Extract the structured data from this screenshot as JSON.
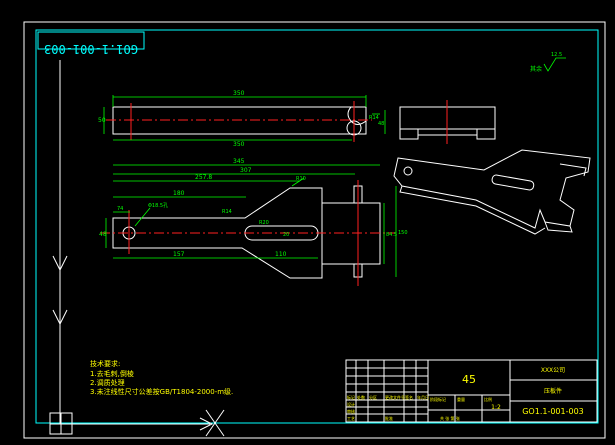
{
  "drawing_number": "GO1.1-001-003",
  "drawing_number_mirrored": "GO1.1-001-003",
  "material": "45",
  "scale": "1:2",
  "roughness": "12.5",
  "dimensions": {
    "top_overall": "350",
    "top_lower": "350",
    "top_height": "50",
    "top_r14": "R14",
    "top_thk": "48",
    "main_345": "345",
    "main_307": "307",
    "main_2578": "257.8",
    "main_180": "180",
    "main_74": "74",
    "main_phi": "Φ18.5孔",
    "main_r14": "R14",
    "main_r20": "R20",
    "main_r10": "R10",
    "main_48": "48",
    "main_157": "157",
    "main_110": "110",
    "main_slot": "20",
    "main_845": "84.5",
    "main_150": "150"
  },
  "notes": {
    "title": "技术要求:",
    "line1": "1.去毛刺,倒棱",
    "line2": "2.调质处理",
    "line3": "3.未注线性尺寸公差按GB/T1804-2000-m级."
  },
  "title_block": {
    "company": "XXX公司",
    "part_name": "压板件",
    "col_a": "标记",
    "col_b": "处数",
    "col_c": "分区",
    "col_d": "更改文件号",
    "col_e": "签名",
    "col_f": "年月日",
    "designer": "设计",
    "checker": "审核",
    "craft": "工艺",
    "approve": "批准",
    "stage": "阶段标记",
    "weight": "重量",
    "ratio": "比例",
    "sheet": "共 张 第 张"
  }
}
